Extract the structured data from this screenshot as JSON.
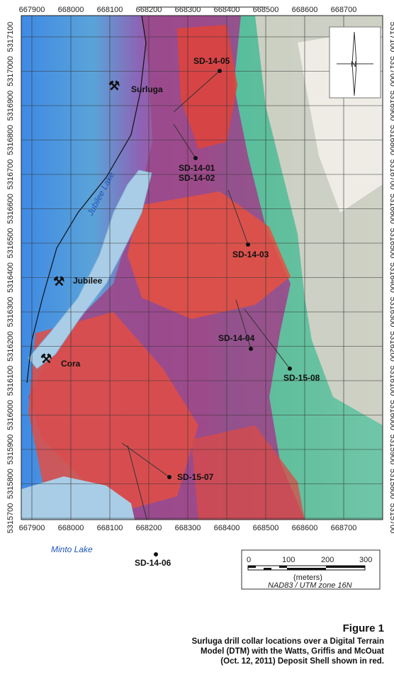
{
  "map": {
    "easting_ticks": [
      "667900",
      "668000",
      "668100",
      "668200",
      "668300",
      "668400",
      "668500",
      "668600",
      "668700"
    ],
    "northing_ticks": [
      "5317100",
      "5317000",
      "5316900",
      "5316800",
      "5316700",
      "5316600",
      "5316500",
      "5316400",
      "5316300",
      "5316200",
      "5316100",
      "5316000",
      "5315900",
      "5315800",
      "5315700"
    ],
    "places": [
      {
        "name": "Surluga",
        "icon": "mine-pick-hammer-icon"
      },
      {
        "name": "Jubilee",
        "icon": "mine-pick-hammer-icon"
      },
      {
        "name": "Cora",
        "icon": "mine-pick-hammer-icon"
      }
    ],
    "lakes": [
      {
        "name": "Jubilee Lake"
      },
      {
        "name": "Minto Lake"
      }
    ],
    "drill_holes": [
      "SD-14-05",
      "SD-14-01",
      "SD-14-02",
      "SD-14-03",
      "SD-14-04",
      "SD-15-08",
      "SD-15-07",
      "SD-14-06"
    ],
    "scale_bar": {
      "ticks": [
        "0",
        "100",
        "200",
        "300"
      ],
      "unit": "(meters)",
      "datum": "NAD83 / UTM zone 16N"
    },
    "north_arrow_label": "N",
    "colors": {
      "lake": "#a9cde6",
      "deposit_shell": "#e33b2e",
      "low_terrain": "#3e86e0",
      "high_terrain": "#efe9e2"
    }
  },
  "caption": {
    "figure": "Figure 1",
    "lines": [
      "Surluga drill collar locations over a Digital Terrain",
      "Model (DTM) with the Watts, Griffis and McOuat",
      "(Oct. 12, 2011) Deposit Shell shown in red."
    ]
  }
}
